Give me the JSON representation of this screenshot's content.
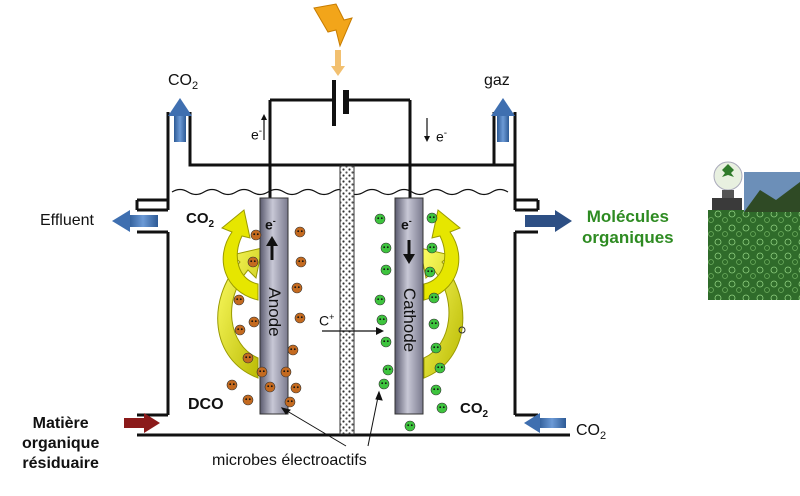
{
  "labels": {
    "co2_top_left": "CO",
    "co2_top_left_sub": "2",
    "gaz": "gaz",
    "e_left": "e",
    "e_left_sup": "-",
    "e_right": "e",
    "e_right_sup": "-",
    "effluent": "Effluent",
    "co2_anode": "CO",
    "co2_anode_sub": "2",
    "molecules": "Molécules",
    "organiques": "organiques",
    "anode": "Anode",
    "cathode": "Cathode",
    "anode_e": "e",
    "anode_e_sup": "-",
    "cathode_e": "e",
    "cathode_e_sup": "-",
    "cplus": "C",
    "cplus_sup": "+",
    "dco": "DCO",
    "co2_cathode": "CO",
    "co2_cathode_sub": "2",
    "matiere": "Matière",
    "organique": "organique",
    "residuaire": "résiduaire",
    "co2_bottom_right": "CO",
    "co2_bottom_right_sub": "2",
    "microbes": "microbes électroactifs"
  },
  "colors": {
    "outlet_arrow": "#3f6fb0",
    "inlet_arrow": "#8b1a1a",
    "flow_arrow": "#e6e600",
    "anode_microbe": "#c46a1f",
    "cathode_microbe": "#3ec43e",
    "label_green": "#2e8b22",
    "lightning": "#f2a51a"
  },
  "icons": {
    "lightning": "lightning-bolt-icon",
    "photo": "plant-bulb-photo"
  }
}
